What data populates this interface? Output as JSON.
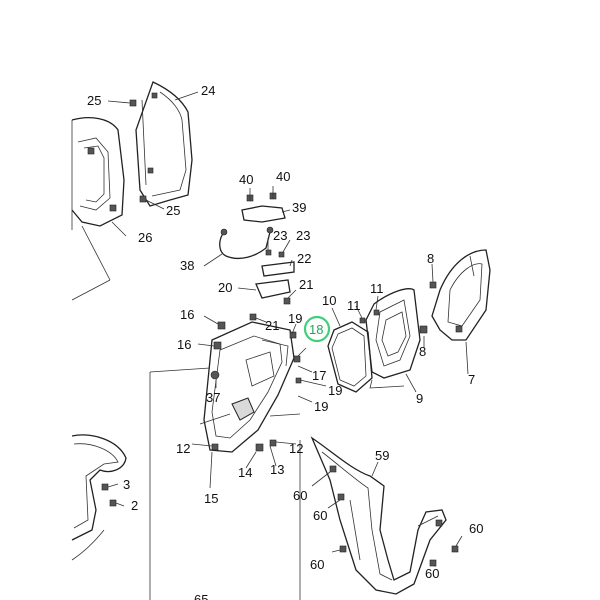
{
  "diagram": {
    "title": "Exploded parts diagram - front leg shield / inner panel",
    "highlight_color": "#3fcf7a",
    "labels": [
      {
        "id": "l25a",
        "text": "25"
      },
      {
        "id": "l24",
        "text": "24"
      },
      {
        "id": "l25b",
        "text": "25"
      },
      {
        "id": "l26",
        "text": "26"
      },
      {
        "id": "l40a",
        "text": "40"
      },
      {
        "id": "l40b",
        "text": "40"
      },
      {
        "id": "l39",
        "text": "39"
      },
      {
        "id": "l23a",
        "text": "23"
      },
      {
        "id": "l23b",
        "text": "23"
      },
      {
        "id": "l38",
        "text": "38"
      },
      {
        "id": "l22",
        "text": "22"
      },
      {
        "id": "l21a",
        "text": "21"
      },
      {
        "id": "l20",
        "text": "20"
      },
      {
        "id": "l16a",
        "text": "16"
      },
      {
        "id": "l21b",
        "text": "21"
      },
      {
        "id": "l19a",
        "text": "19"
      },
      {
        "id": "l18",
        "text": "18"
      },
      {
        "id": "l10",
        "text": "10"
      },
      {
        "id": "l11a",
        "text": "11"
      },
      {
        "id": "l11b",
        "text": "11"
      },
      {
        "id": "l8a",
        "text": "8"
      },
      {
        "id": "l8b",
        "text": "8"
      },
      {
        "id": "l7",
        "text": "7"
      },
      {
        "id": "l16b",
        "text": "16"
      },
      {
        "id": "l17",
        "text": "17"
      },
      {
        "id": "l19b",
        "text": "19"
      },
      {
        "id": "l19c",
        "text": "19"
      },
      {
        "id": "l9",
        "text": "9"
      },
      {
        "id": "l37",
        "text": "37"
      },
      {
        "id": "l12a",
        "text": "12"
      },
      {
        "id": "l12b",
        "text": "12"
      },
      {
        "id": "l14",
        "text": "14"
      },
      {
        "id": "l13",
        "text": "13"
      },
      {
        "id": "l15",
        "text": "15"
      },
      {
        "id": "l3",
        "text": "3"
      },
      {
        "id": "l2",
        "text": "2"
      },
      {
        "id": "l59",
        "text": "59"
      },
      {
        "id": "l60a",
        "text": "60"
      },
      {
        "id": "l60b",
        "text": "60"
      },
      {
        "id": "l60c",
        "text": "60"
      },
      {
        "id": "l60d",
        "text": "60"
      },
      {
        "id": "l60e",
        "text": "60"
      },
      {
        "id": "l65",
        "text": "65"
      }
    ]
  }
}
